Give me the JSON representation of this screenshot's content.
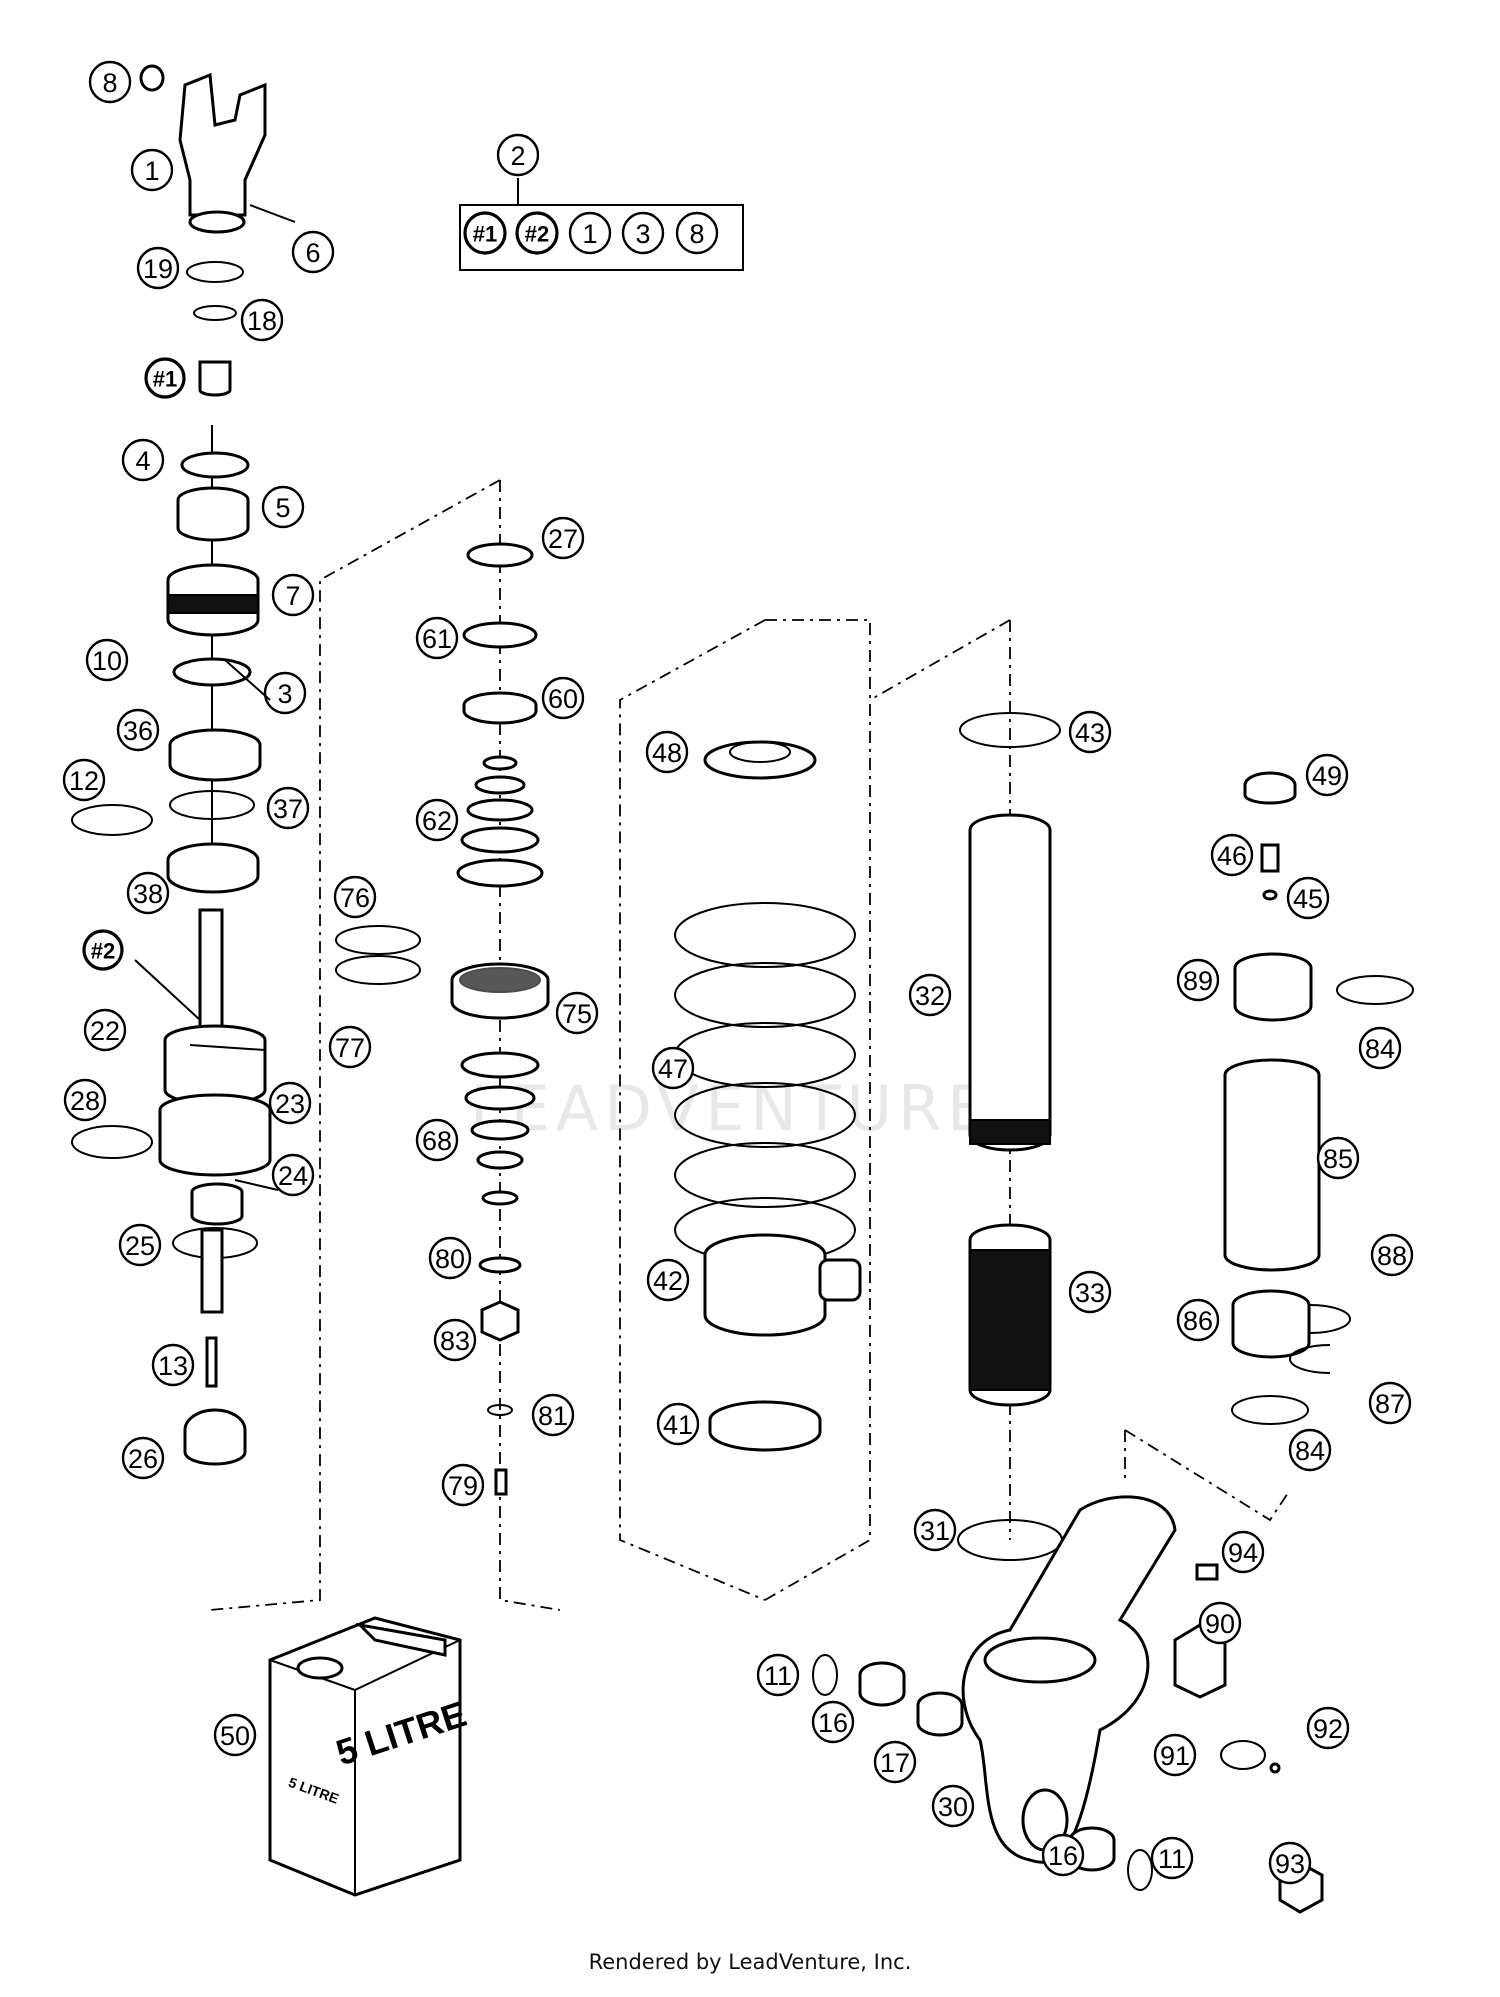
{
  "watermark": "LEADVENTURE",
  "footer": "Rendered by LeadVenture, Inc.",
  "can_text": {
    "large": "5 LITRE",
    "small": "5 LITRE"
  },
  "kit_box": {
    "callout": "2",
    "contents": [
      "#1",
      "#2",
      "1",
      "3",
      "8"
    ]
  },
  "callouts": [
    {
      "id": "c8",
      "label": "8"
    },
    {
      "id": "c1",
      "label": "1"
    },
    {
      "id": "c6",
      "label": "6"
    },
    {
      "id": "c19",
      "label": "19"
    },
    {
      "id": "c18",
      "label": "18"
    },
    {
      "id": "cH1",
      "label": "#1"
    },
    {
      "id": "c4",
      "label": "4"
    },
    {
      "id": "c5",
      "label": "5"
    },
    {
      "id": "c7",
      "label": "7"
    },
    {
      "id": "c10",
      "label": "10"
    },
    {
      "id": "c3",
      "label": "3"
    },
    {
      "id": "c36",
      "label": "36"
    },
    {
      "id": "c12",
      "label": "12"
    },
    {
      "id": "c37",
      "label": "37"
    },
    {
      "id": "c38",
      "label": "38"
    },
    {
      "id": "cH2",
      "label": "#2"
    },
    {
      "id": "c22",
      "label": "22"
    },
    {
      "id": "c28",
      "label": "28"
    },
    {
      "id": "c23",
      "label": "23"
    },
    {
      "id": "c24",
      "label": "24"
    },
    {
      "id": "c25",
      "label": "25"
    },
    {
      "id": "c13",
      "label": "13"
    },
    {
      "id": "c26",
      "label": "26"
    },
    {
      "id": "c27",
      "label": "27"
    },
    {
      "id": "c61",
      "label": "61"
    },
    {
      "id": "c60",
      "label": "60"
    },
    {
      "id": "c62",
      "label": "62"
    },
    {
      "id": "c76",
      "label": "76"
    },
    {
      "id": "c75",
      "label": "75"
    },
    {
      "id": "c77",
      "label": "77"
    },
    {
      "id": "c68",
      "label": "68"
    },
    {
      "id": "c80",
      "label": "80"
    },
    {
      "id": "c83",
      "label": "83"
    },
    {
      "id": "c81",
      "label": "81"
    },
    {
      "id": "c79",
      "label": "79"
    },
    {
      "id": "c48",
      "label": "48"
    },
    {
      "id": "c47",
      "label": "47"
    },
    {
      "id": "c42",
      "label": "42"
    },
    {
      "id": "c41",
      "label": "41"
    },
    {
      "id": "c43",
      "label": "43"
    },
    {
      "id": "c32",
      "label": "32"
    },
    {
      "id": "c33",
      "label": "33"
    },
    {
      "id": "c31",
      "label": "31"
    },
    {
      "id": "c49",
      "label": "49"
    },
    {
      "id": "c46",
      "label": "46"
    },
    {
      "id": "c45",
      "label": "45"
    },
    {
      "id": "c89",
      "label": "89"
    },
    {
      "id": "c84a",
      "label": "84"
    },
    {
      "id": "c85",
      "label": "85"
    },
    {
      "id": "c88",
      "label": "88"
    },
    {
      "id": "c86",
      "label": "86"
    },
    {
      "id": "c87",
      "label": "87"
    },
    {
      "id": "c84b",
      "label": "84"
    },
    {
      "id": "c94",
      "label": "94"
    },
    {
      "id": "c90",
      "label": "90"
    },
    {
      "id": "c92",
      "label": "92"
    },
    {
      "id": "c91",
      "label": "91"
    },
    {
      "id": "c93",
      "label": "93"
    },
    {
      "id": "c11a",
      "label": "11"
    },
    {
      "id": "c16a",
      "label": "16"
    },
    {
      "id": "c17",
      "label": "17"
    },
    {
      "id": "c30",
      "label": "30"
    },
    {
      "id": "c16b",
      "label": "16"
    },
    {
      "id": "c11b",
      "label": "11"
    },
    {
      "id": "c50",
      "label": "50"
    }
  ]
}
